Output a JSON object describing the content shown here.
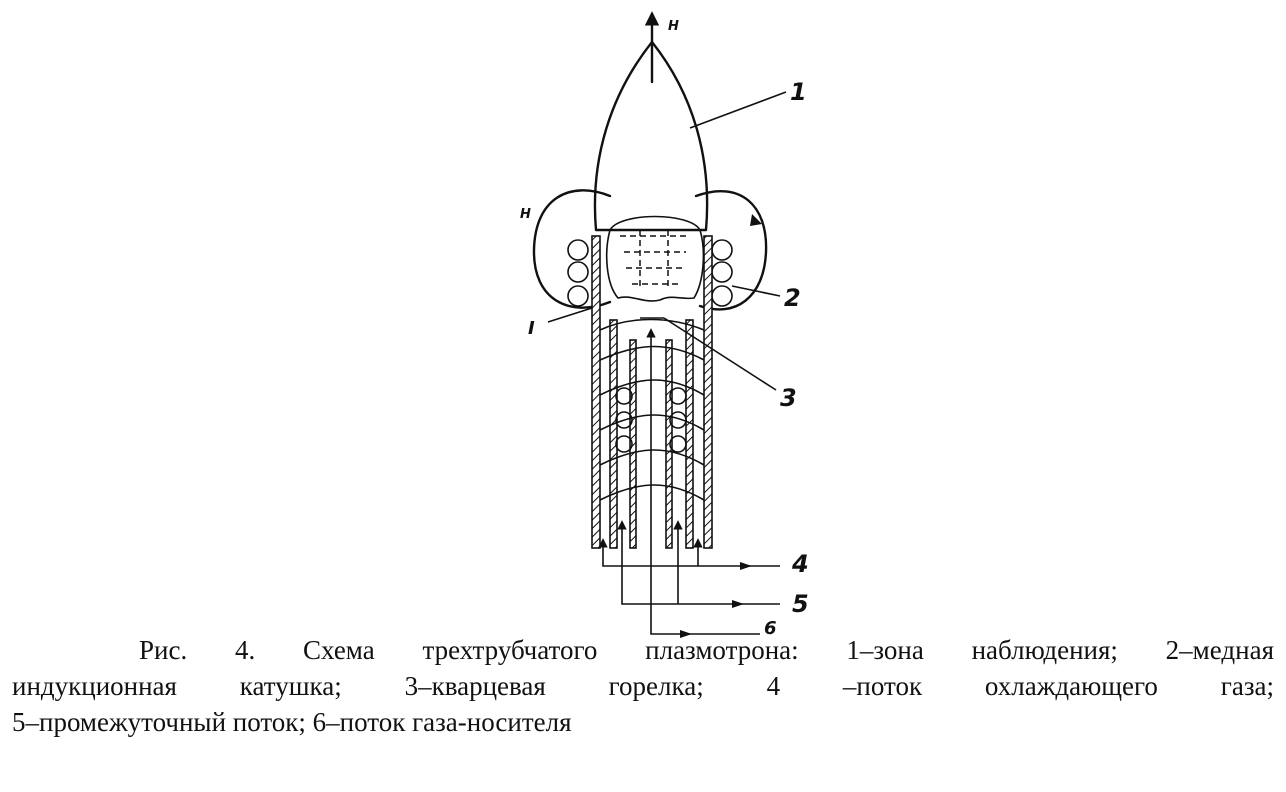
{
  "figure": {
    "field_label_top": "H",
    "field_label_left": "H",
    "ring_label": "I",
    "callouts": [
      "1",
      "2",
      "3",
      "4",
      "5",
      "6"
    ]
  },
  "caption": {
    "line1": "Рис. 4. Схема трехтрубчатого плазмотрона: 1–зона наблюдения; 2–медная",
    "line2": "индукционная катушка; 3–кварцевая горелка; 4 –поток охлаждающего газа;",
    "line3": "5–промежуточный поток; 6–поток газа-носителя"
  }
}
